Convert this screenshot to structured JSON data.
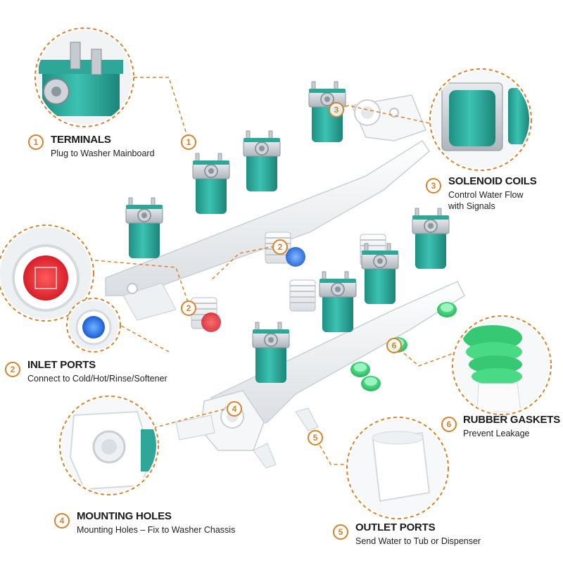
{
  "colors": {
    "accent": "#d9822b",
    "coil": "#2fb0a0",
    "body": "#eef1f3",
    "hot": "#e63a3a",
    "cold": "#2a6fe0",
    "gasket": "#3ccf7a"
  },
  "callouts": [
    {
      "num": "1",
      "title": "TERMINALS",
      "desc": "Plug to Washer Mainboard"
    },
    {
      "num": "3",
      "title": "SOLENOID COILS",
      "desc": "Control Water Flow",
      "desc2": "with Signals"
    },
    {
      "num": "2",
      "title": "INLET PORTS",
      "desc": "Connect to Cold/Hot/Rinse/Softener"
    },
    {
      "num": "6",
      "title": "RUBBER GASKETS",
      "desc": "Prevent Leakage"
    },
    {
      "num": "4",
      "title": "MOUNTING HOLES",
      "desc": "Mounting Holes – Fix to Washer Chassis"
    },
    {
      "num": "5",
      "title": "OUTLET PORTS",
      "desc": "Send Water to Tub or Dispenser"
    }
  ],
  "markers": {
    "m1": "1",
    "m2a": "2",
    "m2b": "2",
    "m3": "3",
    "m4": "4",
    "m5": "5",
    "m6": "6"
  }
}
